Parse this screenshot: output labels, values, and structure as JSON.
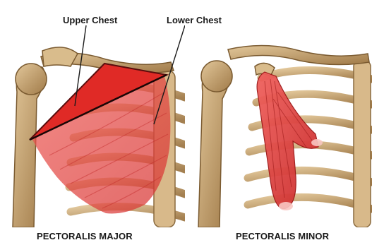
{
  "labels": {
    "upper_chest": "Upper Chest",
    "lower_chest": "Lower Chest"
  },
  "captions": {
    "left": "PECTORALIS MAJOR",
    "right": "PECTORALIS MINOR"
  },
  "colors": {
    "bone": "#c9a672",
    "bone_shadow": "#8a6a3e",
    "muscle": "#e0413f",
    "muscle_dark": "#b81f22",
    "muscle_light": "#f58a86"
  }
}
